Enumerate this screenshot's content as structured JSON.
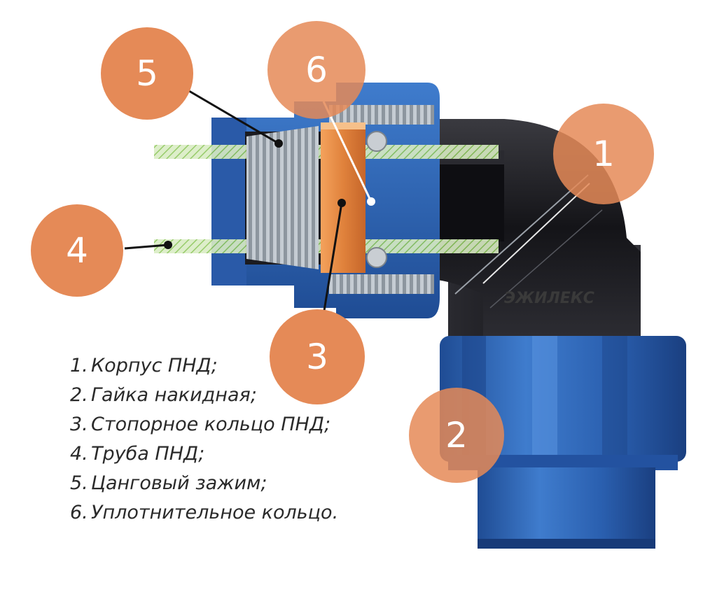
{
  "brand": "ЭЖИЛЕКС",
  "callouts": [
    {
      "id": "1",
      "label": "1"
    },
    {
      "id": "2",
      "label": "2"
    },
    {
      "id": "3",
      "label": "3"
    },
    {
      "id": "4",
      "label": "4"
    },
    {
      "id": "5",
      "label": "5"
    },
    {
      "id": "6",
      "label": "6"
    }
  ],
  "legend": [
    {
      "num": "1.",
      "text": "Корпус ПНД;"
    },
    {
      "num": "2.",
      "text": "Гайка накидная;"
    },
    {
      "num": "3.",
      "text": "Стопорное кольцо ПНД;"
    },
    {
      "num": "4.",
      "text": "Труба ПНД;"
    },
    {
      "num": "5.",
      "text": "Цанговый зажим;"
    },
    {
      "num": "6.",
      "text": "Уплотнительное кольцо."
    }
  ],
  "colors": {
    "callout": "#e58a57",
    "body_dark": "#1e1e22",
    "nut_blue": "#2d63b5",
    "nut_light": "#4c86d6",
    "collet_grey": "#9aa3ad",
    "ring_orange": "#e0823c",
    "pipe_green": "#8cc65a"
  }
}
